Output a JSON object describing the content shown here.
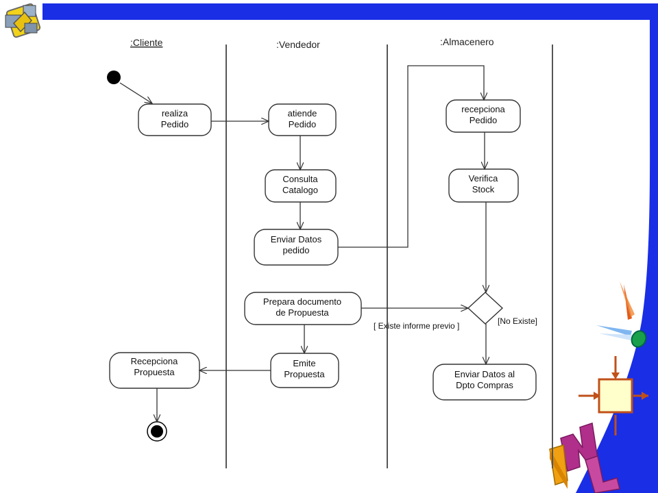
{
  "colors": {
    "top_bar": "#1a2ee6",
    "wave": "#1a2ee6",
    "diagram_line": "#333333",
    "node_fill": "#ffffcc",
    "node_border": "#c0501a"
  },
  "swimlanes": [
    ":Cliente",
    ":Vendedor",
    ":Almacenero"
  ],
  "activities": {
    "realiza_pedido": [
      "realiza",
      "Pedido"
    ],
    "atiende_pedido": [
      "atiende",
      "Pedido"
    ],
    "consulta_catalogo": [
      "Consulta",
      "Catalogo"
    ],
    "enviar_datos_pedido": [
      "Enviar Datos",
      "pedido"
    ],
    "prepara_documento": [
      "Prepara documento",
      "de Propuesta"
    ],
    "emite_propuesta": [
      "Emite",
      "Propuesta"
    ],
    "recepciona_propuesta": [
      "Recepciona",
      "Propuesta"
    ],
    "recepciona_pedido": [
      "recepciona",
      "Pedido"
    ],
    "verifica_stock": [
      "Verifica",
      "Stock"
    ],
    "enviar_datos_compras": [
      "Enviar Datos al",
      "Dpto Compras"
    ]
  },
  "guards": {
    "existe": "[ Existe informe previo ]",
    "no_existe": "[No Existe]"
  },
  "decorations": {
    "uml_logo": "uml-logo",
    "corner_logo": "software-logo",
    "satellite": "satellite-icon",
    "node_symbol": "node-icon"
  }
}
